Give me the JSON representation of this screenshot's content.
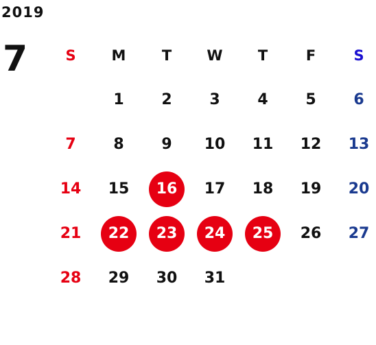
{
  "calendar": {
    "year": "2019",
    "month": "7",
    "weekdays": [
      "S",
      "M",
      "T",
      "W",
      "T",
      "F",
      "S"
    ],
    "weeks": [
      [
        "",
        "1",
        "2",
        "3",
        "4",
        "5",
        "6"
      ],
      [
        "7",
        "8",
        "9",
        "10",
        "11",
        "12",
        "13"
      ],
      [
        "14",
        "15",
        "16",
        "17",
        "18",
        "19",
        "20"
      ],
      [
        "21",
        "22",
        "23",
        "24",
        "25",
        "26",
        "27"
      ],
      [
        "28",
        "29",
        "30",
        "31",
        "",
        "",
        ""
      ]
    ],
    "highlighted_days": [
      "16",
      "22",
      "23",
      "24",
      "25"
    ],
    "colors": {
      "sunday": "#e60012",
      "saturday_header": "#1a0fd1",
      "saturday_days": "#1a3a8f",
      "highlight": "#e60012"
    }
  }
}
